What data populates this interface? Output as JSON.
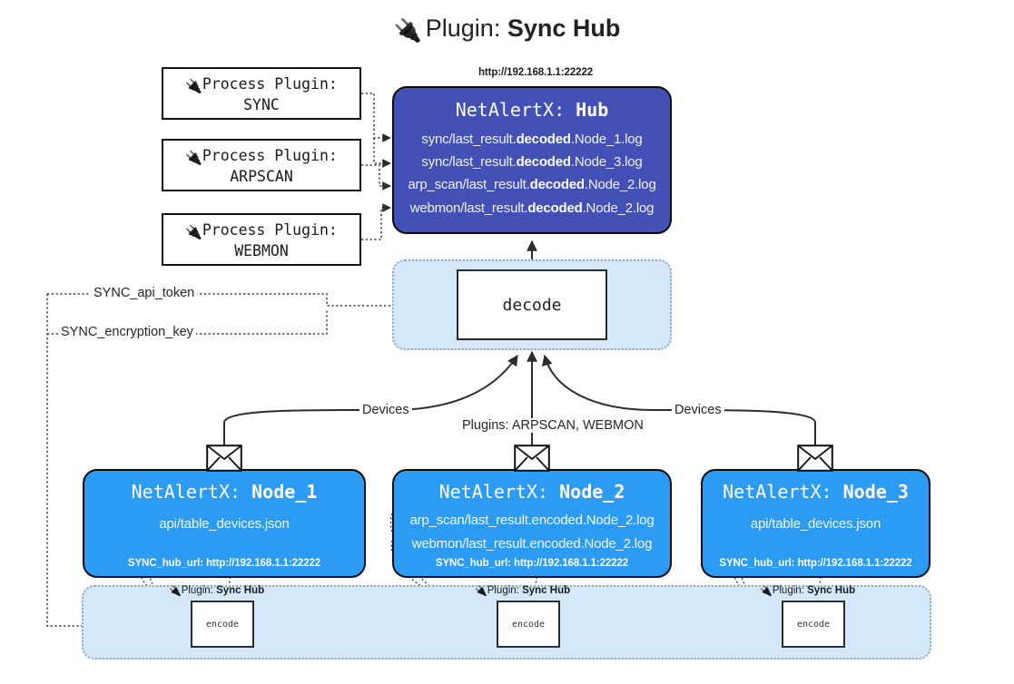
{
  "title": {
    "icon": "plug-icon",
    "prefix": "Plugin:",
    "name": "Sync Hub"
  },
  "process_plugins": [
    {
      "icon": "plug-icon",
      "line1": "Process Plugin:",
      "line2": "SYNC"
    },
    {
      "icon": "plug-icon",
      "line1": "Process Plugin:",
      "line2": "ARPSCAN"
    },
    {
      "icon": "plug-icon",
      "line1": "Process Plugin:",
      "line2": "WEBMON"
    }
  ],
  "hub": {
    "url": "http://192.168.1.1:22222",
    "title_prefix": "NetAlertX:",
    "title_name": "Hub",
    "logs": [
      {
        "pre": "sync/last_result.",
        "mid": "decoded",
        "post": ".Node_1.log"
      },
      {
        "pre": "sync/last_result.",
        "mid": "decoded",
        "post": ".Node_3.log"
      },
      {
        "pre": "arp_scan/last_result.",
        "mid": "decoded",
        "post": ".Node_2.log"
      },
      {
        "pre": "webmon/last_result.",
        "mid": "decoded",
        "post": ".Node_2.log"
      }
    ]
  },
  "decode": {
    "label": "decode"
  },
  "secrets": [
    {
      "label": "SYNC_api_token"
    },
    {
      "label": "SYNC_encryption_key"
    }
  ],
  "edge_labels": {
    "devices_left": "Devices",
    "plugins_center": "Plugins: ARPSCAN, WEBMON",
    "devices_right": "Devices"
  },
  "nodes": [
    {
      "title_prefix": "NetAlertX:",
      "title_name": "Node_1",
      "lines": [
        "api/table_devices.json"
      ],
      "hub_url": "SYNC_hub_url: http://192.168.1.1:22222"
    },
    {
      "title_prefix": "NetAlertX:",
      "title_name": "Node_2",
      "lines": [
        "arp_scan/last_result.encoded.Node_2.log",
        "webmon/last_result.encoded.Node_2.log"
      ],
      "hub_url": "SYNC_hub_url: http://192.168.1.1:22222"
    },
    {
      "title_prefix": "NetAlertX:",
      "title_name": "Node_3",
      "lines": [
        "api/table_devices.json"
      ],
      "hub_url": "SYNC_hub_url: http://192.168.1.1:22222"
    }
  ],
  "encoders": [
    {
      "plugin_prefix": "Plugin:",
      "plugin_name": "Sync Hub",
      "label": "encode"
    },
    {
      "plugin_prefix": "Plugin:",
      "plugin_name": "Sync Hub",
      "label": "encode"
    },
    {
      "plugin_prefix": "Plugin:",
      "plugin_name": "Sync Hub",
      "label": "encode"
    }
  ],
  "colors": {
    "hub": "#4350b5",
    "node": "#2b9bf4",
    "container": "#d4e8f9",
    "stroke": "#2c2c2c"
  }
}
